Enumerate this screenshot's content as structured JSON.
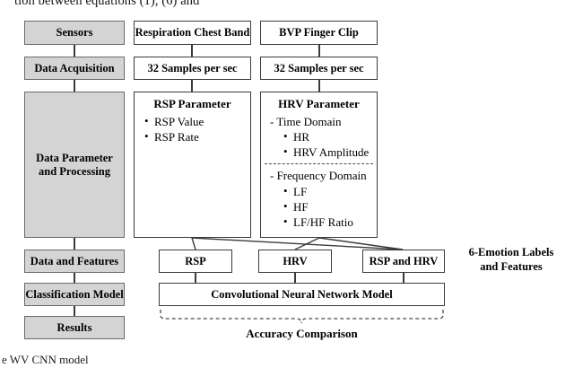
{
  "page": {
    "top_text": "tion between equations (1), (6) and",
    "caption_text": "e WV CNN model"
  },
  "stage_labels": [
    {
      "id": "sensors",
      "label": "Sensors"
    },
    {
      "id": "data-acquisition",
      "label": "Data Acquisition"
    },
    {
      "id": "data-parameter-and-processing",
      "label": "Data Parameter and Processing"
    },
    {
      "id": "data-and-features",
      "label": "Data and Features"
    },
    {
      "id": "classification-model",
      "label": "Classification Model"
    },
    {
      "id": "results",
      "label": "Results"
    }
  ],
  "rsp_column": {
    "sensor": "Respiration Chest Band",
    "sampling": "32 Samples per sec",
    "parameter_title": "RSP Parameter",
    "parameter_items": [
      {
        "text": "RSP Value",
        "style": "bullet"
      },
      {
        "text": "RSP Rate",
        "style": "bullet"
      }
    ]
  },
  "hrv_column": {
    "sensor": "BVP Finger Clip",
    "sampling": "32 Samples per sec",
    "parameter_title": "HRV Parameter",
    "time_domain_heading": "- Time Domain",
    "time_domain_items": [
      {
        "text": "HR",
        "style": "bullet-indent"
      },
      {
        "text": "HRV Amplitude",
        "style": "bullet-indent"
      }
    ],
    "frequency_domain_heading": "- Frequency Domain",
    "frequency_domain_items": [
      {
        "text": "LF",
        "style": "bullet-indent"
      },
      {
        "text": "HF",
        "style": "bullet-indent"
      },
      {
        "text": "LF/HF Ratio",
        "style": "bullet-indent"
      }
    ]
  },
  "feature_boxes": [
    {
      "id": "rsp",
      "label": "RSP"
    },
    {
      "id": "hrv",
      "label": "HRV"
    },
    {
      "id": "rsp-and-hrv",
      "label": "RSP and HRV"
    }
  ],
  "model": {
    "label": "Convolutional Neural Network Model"
  },
  "side_label": {
    "line1": "6-Emotion Labels",
    "line2": "and Features"
  },
  "bottom": {
    "label": "Accuracy Comparison"
  },
  "colors": {
    "stage_fill": "#d4d4d4",
    "stage_border": "#6a6a6a",
    "box_border": "#3b3b3b",
    "box_fill": "#ffffff",
    "line": "#3b3b3b",
    "text": "#000000"
  }
}
